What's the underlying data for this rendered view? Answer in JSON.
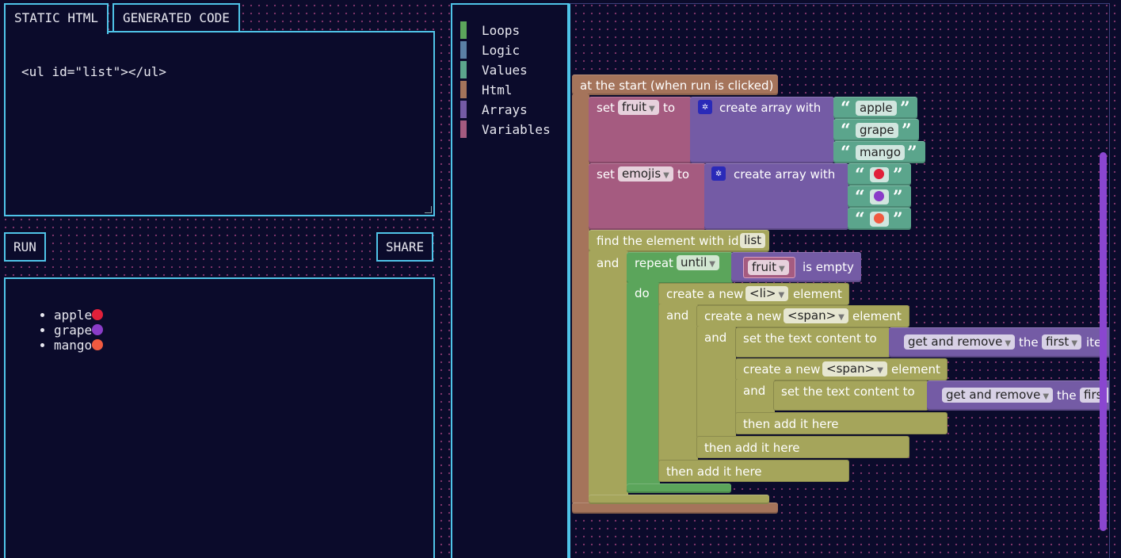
{
  "tabs": {
    "static_html": "STATIC HTML",
    "generated_code": "GENERATED CODE"
  },
  "editor": {
    "code": "<ul id=\"list\"></ul>"
  },
  "buttons": {
    "run": "RUN",
    "share": "SHARE"
  },
  "output": {
    "items": [
      {
        "text": "apple",
        "emoji_color": "#e0203a"
      },
      {
        "text": "grape",
        "emoji_color": "#8a3cc8"
      },
      {
        "text": "mango",
        "emoji_color": "#f05a40"
      }
    ]
  },
  "toolbox": {
    "categories": [
      {
        "label": "Loops",
        "color": "#5ba55b"
      },
      {
        "label": "Logic",
        "color": "#5b80a5"
      },
      {
        "label": "Values",
        "color": "#5ba58c"
      },
      {
        "label": "Html",
        "color": "#a5745b"
      },
      {
        "label": "Arrays",
        "color": "#745ba5"
      },
      {
        "label": "Variables",
        "color": "#a55b80"
      }
    ]
  },
  "blocks": {
    "start": "at the start (when run is clicked)",
    "set1": {
      "set": "set",
      "var": "fruit",
      "to": "to",
      "create": "create array with",
      "values": [
        "apple",
        "grape",
        "mango"
      ]
    },
    "set2": {
      "set": "set",
      "var": "emojis",
      "to": "to",
      "create": "create array with",
      "emoji_colors": [
        "#e0203a",
        "#8a3cc8",
        "#f05a40"
      ]
    },
    "find": {
      "label": "find the element with id",
      "id": "list",
      "and": "and"
    },
    "repeat": {
      "label": "repeat",
      "mode": "until",
      "do": "do",
      "var": "fruit",
      "cond": "is empty"
    },
    "li": {
      "create": "create a new",
      "tag": "<li>",
      "element": "element",
      "and": "and",
      "then": "then add it here"
    },
    "span1": {
      "create": "create a new",
      "tag": "<span>",
      "element": "element",
      "and": "and",
      "then": "then add it here",
      "set_text": "set the text content to",
      "gar": "get and remove",
      "the": "the",
      "first": "first",
      "item": "ite"
    },
    "span2": {
      "create": "create a new",
      "tag": "<span>",
      "element": "element",
      "and": "and",
      "then": "then add it here",
      "set_text": "set the text content to",
      "gar": "get and remove",
      "the": "the",
      "first": "firs"
    }
  }
}
